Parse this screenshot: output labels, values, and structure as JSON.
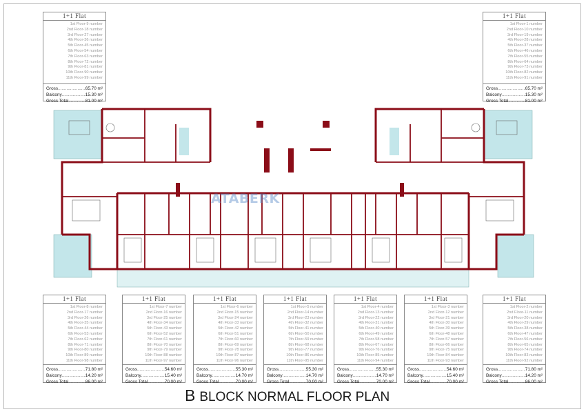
{
  "title": {
    "letter": "B",
    "text": "BLOCK NORMAL FLOOR PLAN"
  },
  "watermark": "ATABERK",
  "colors": {
    "walls": "#8b0d18",
    "balcony": "#c3e6ea",
    "card_border": "#8a8a8a"
  },
  "cards": [
    {
      "id": "top-left",
      "header": "1+1 Flat",
      "lines": [
        "1st Floor-9 number",
        "2nd Floor-18 number",
        "3rd Floor-27 number",
        "4th Floor-36 number",
        "5th Floor-45 number",
        "6th Floor-54 number",
        "7th Floor-63 number",
        "8th Floor-72 number",
        "9th Floor-81 number",
        "10th Floor-90 number",
        "11th Floor-99 number"
      ],
      "gross_label": "Gross",
      "gross": "65.70 m²",
      "balcony_label": "Balcony",
      "balcony": "15.30 m²",
      "total_label": "Gross Total",
      "total": "81.00 m²"
    },
    {
      "id": "top-right",
      "header": "1+1 Flat",
      "lines": [
        "1st Floor-1 number",
        "2nd Floor-10 number",
        "3rd Floor-19 number",
        "4th Floor-28 number",
        "5th Floor-37 number",
        "6th Floor-46 number",
        "7th Floor-55 number",
        "8th Floor-64 number",
        "9th Floor-73 number",
        "10th Floor-82 number",
        "11th Floor-91 number"
      ],
      "gross_label": "Gross",
      "gross": "65.70 m²",
      "balcony_label": "Balcony",
      "balcony": "15.30 m²",
      "total_label": "Gross Total",
      "total": "81.00 m²"
    },
    {
      "id": "bottom-1",
      "header": "1+1 Flat",
      "lines": [
        "1st Floor-8 number",
        "2nd Floor-17 number",
        "3rd Floor-26 number",
        "4th Floor-35 number",
        "5th Floor-44 number",
        "6th Floor-53 number",
        "7th Floor-62 number",
        "8th Floor-71 number",
        "9th Floor-80 number",
        "10th Floor-89 number",
        "11th Floor-98 number"
      ],
      "gross_label": "Gross",
      "gross": "71.80 m²",
      "balcony_label": "Balcony",
      "balcony": "14.20 m²",
      "total_label": "Gross Total",
      "total": "86.00 m²"
    },
    {
      "id": "bottom-2",
      "header": "1+1 Flat",
      "lines": [
        "1st Floor-7 number",
        "2nd Floor-16 number",
        "3rd Floor-25 number",
        "4th Floor-34 number",
        "5th Floor-43 number",
        "6th Floor-52 number",
        "7th Floor-61 number",
        "8th Floor-70 number",
        "9th Floor-79 number",
        "10th Floor-88 number",
        "11th Floor-97 number"
      ],
      "gross_label": "Gross",
      "gross": "54.60 m²",
      "balcony_label": "Balcony",
      "balcony": "15.40 m²",
      "total_label": "Gross Total",
      "total": "70.00 m²"
    },
    {
      "id": "bottom-3",
      "header": "1+1 Flat",
      "lines": [
        "1st Floor-6 number",
        "2nd Floor-15 number",
        "3rd Floor-24 number",
        "4th Floor-33 number",
        "5th Floor-42 number",
        "6th Floor-51 number",
        "7th Floor-60 number",
        "8th Floor-69 number",
        "9th Floor-78 number",
        "10th Floor-87 number",
        "11th Floor-96 number"
      ],
      "gross_label": "Gross",
      "gross": "55.30 m²",
      "balcony_label": "Balcony",
      "balcony": "14.70 m²",
      "total_label": "Gross Total",
      "total": "70.00 m²"
    },
    {
      "id": "bottom-4",
      "header": "1+1 Flat",
      "lines": [
        "1st Floor-5 number",
        "2nd Floor-14 number",
        "3rd Floor-23 number",
        "4th Floor-32 number",
        "5th Floor-41 number",
        "6th Floor-50 number",
        "7th Floor-59 number",
        "8th Floor-68 number",
        "9th Floor-77 number",
        "10th Floor-86 number",
        "11th Floor-95 number"
      ],
      "gross_label": "Gross",
      "gross": "55.30 m²",
      "balcony_label": "Balcony",
      "balcony": "14.70 m²",
      "total_label": "Gross Total",
      "total": "70.00 m²"
    },
    {
      "id": "bottom-5",
      "header": "1+1 Flat",
      "lines": [
        "1st Floor-4 number",
        "2nd Floor-13 number",
        "3rd Floor-22 number",
        "4th Floor-31 number",
        "5th Floor-40 number",
        "6th Floor-49 number",
        "7th Floor-58 number",
        "8th Floor-67 number",
        "9th Floor-76 number",
        "10th Floor-85 number",
        "11th Floor-94 number"
      ],
      "gross_label": "Gross",
      "gross": "55.30 m²",
      "balcony_label": "Balcony",
      "balcony": "14.70 m²",
      "total_label": "Gross Total",
      "total": "70.00 m²"
    },
    {
      "id": "bottom-6",
      "header": "1+1 Flat",
      "lines": [
        "1st Floor-3 number",
        "2nd Floor-12 number",
        "3rd Floor-21 number",
        "4th Floor-30 number",
        "5th Floor-39 number",
        "6th Floor-48 number",
        "7th Floor-57 number",
        "8th Floor-66 number",
        "9th Floor-75 number",
        "10th Floor-84 number",
        "11th Floor-93 number"
      ],
      "gross_label": "Gross",
      "gross": "54.60 m²",
      "balcony_label": "Balcony",
      "balcony": "15.40 m²",
      "total_label": "Gross Total",
      "total": "70.00 m²"
    },
    {
      "id": "bottom-7",
      "header": "1+1 Flat",
      "lines": [
        "1st Floor-2 number",
        "2nd Floor-11 number",
        "3rd Floor-20 number",
        "4th Floor-29 number",
        "5th Floor-38 number",
        "6th Floor-47 number",
        "7th Floor-56 number",
        "8th Floor-65 number",
        "9th Floor-74 number",
        "10th Floor-83 number",
        "11th Floor-92 number"
      ],
      "gross_label": "Gross",
      "gross": "71.80 m²",
      "balcony_label": "Balcony",
      "balcony": "14.20 m²",
      "total_label": "Gross Total",
      "total": "86.00 m²"
    }
  ]
}
